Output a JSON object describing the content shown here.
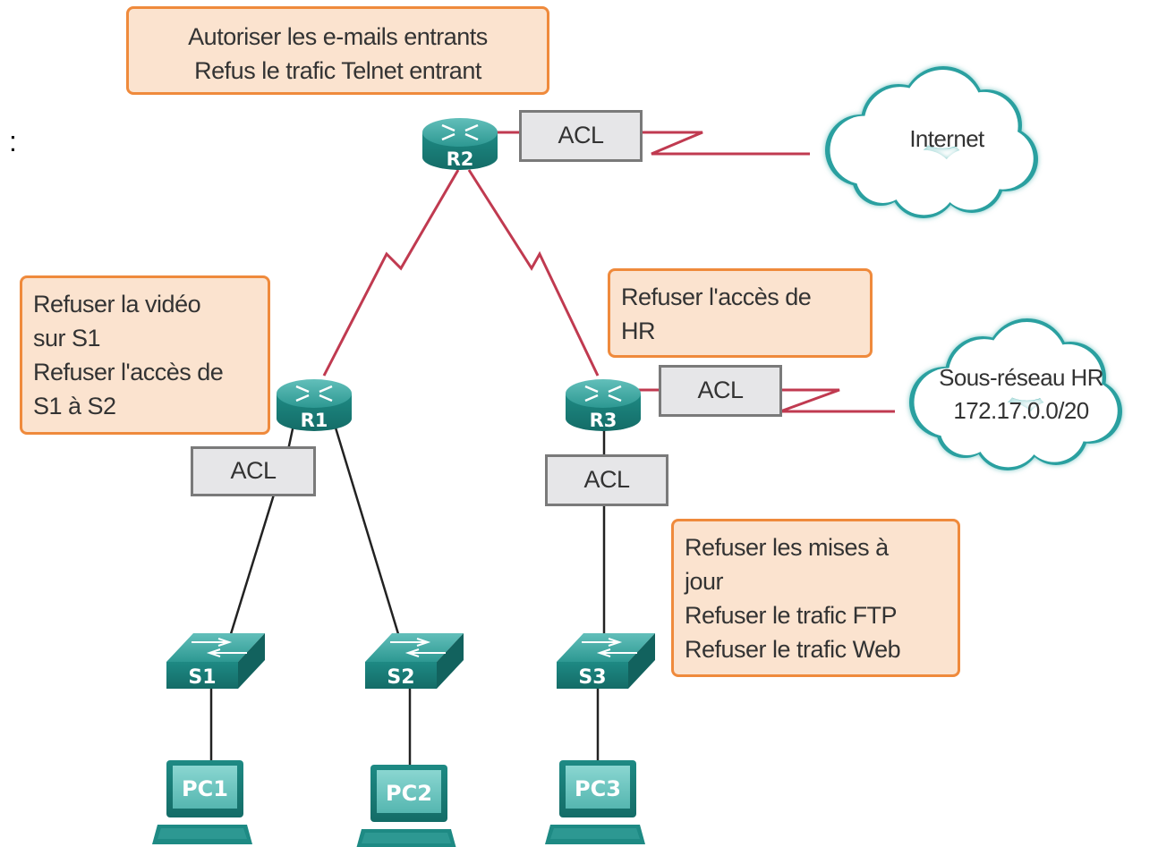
{
  "stray_mark": ":",
  "notes": {
    "r2": [
      "Autoriser les e-mails entrants",
      "Refus le trafic Telnet entrant"
    ],
    "r1": [
      "Refuser la vidéo",
      "sur S1",
      "Refuser l'accès de",
      "S1 à S2"
    ],
    "r3_hr": [
      "Refuser l'accès de",
      "HR"
    ],
    "r3_lan": [
      "Refuser les mises à",
      "jour",
      "Refuser le trafic FTP",
      "Refuser le trafic Web"
    ]
  },
  "acl_label": "ACL",
  "clouds": {
    "internet": [
      "Internet"
    ],
    "hr": [
      "Sous-réseau HR",
      "172.17.0.0/20"
    ]
  },
  "routers": [
    "R1",
    "R2",
    "R3"
  ],
  "switches": [
    "S1",
    "S2",
    "S3"
  ],
  "pcs": [
    "PC1",
    "PC2",
    "PC3"
  ],
  "colors": {
    "wan_link": "#c03a50",
    "lan_link": "#222222",
    "device": "#1e8a84",
    "note_fill": "#fbe3cf",
    "note_border": "#ef8a3c",
    "acl_fill": "#e6e6e8",
    "acl_border": "#7a7a7a",
    "cloud_border": "#2aa0a0"
  }
}
